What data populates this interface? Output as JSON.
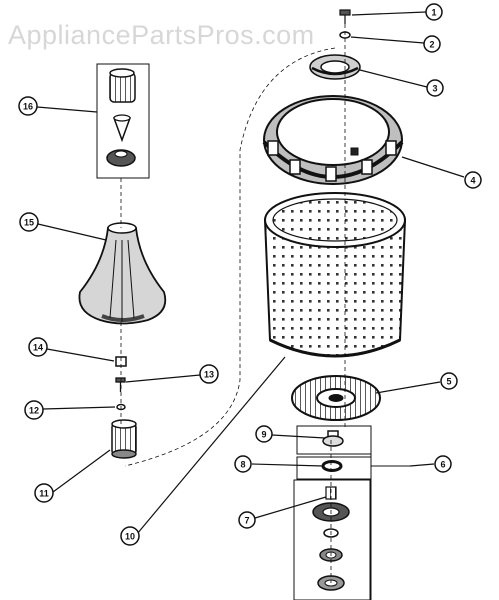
{
  "watermark": "AppliancePartsPros.com",
  "callouts": [
    "1",
    "2",
    "3",
    "4",
    "5",
    "6",
    "7",
    "8",
    "9",
    "10",
    "11",
    "12",
    "13",
    "14",
    "15",
    "16"
  ],
  "parts": {
    "p1": "screw",
    "p2": "washer",
    "p3": "tub-ring-cap",
    "p4": "tub-ring",
    "p5": "agitator-base",
    "p6": "hub-assembly",
    "p7": "drive-gear",
    "p8": "seal",
    "p9": "bushing",
    "p10": "wash-basket",
    "p11": "agitator-dog",
    "p12": "retaining-ring",
    "p13": "bolt",
    "p14": "nut",
    "p15": "agitator",
    "p16": "fabric-softener-dispenser"
  },
  "colors": {
    "ink": "#111111",
    "watermark": "#d7d7d7"
  }
}
